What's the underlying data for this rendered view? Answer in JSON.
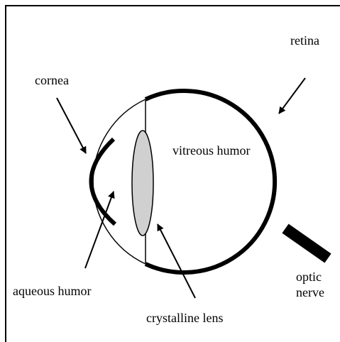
{
  "labels": {
    "retina": "retina",
    "cornea": "cornea",
    "vitreous_humor": "vitreous humor",
    "aqueous_humor": "aqueous humor",
    "crystalline_lens": "crystalline lens",
    "optic_nerve_line1": "optic",
    "optic_nerve_line2": "nerve"
  },
  "colors": {
    "stroke": "#000000",
    "lens_fill": "#d0d0d0",
    "background": "#ffffff"
  }
}
